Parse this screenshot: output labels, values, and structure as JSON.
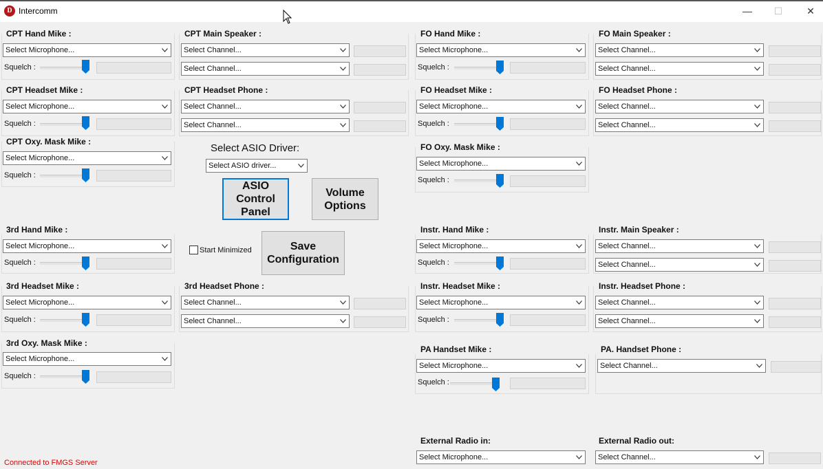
{
  "window": {
    "title": "Intercomm",
    "icon_letter": "D",
    "minimize": "—",
    "maximize": "☐",
    "close": "✕"
  },
  "text": {
    "select_microphone": "Select Microphone...",
    "select_channel": "Select Channel...",
    "squelch": "Squelch :"
  },
  "groups": {
    "cpt_hand": "CPT Hand Mike :",
    "cpt_main_speaker": "CPT Main Speaker :",
    "cpt_headset_mike": "CPT Headset Mike :",
    "cpt_headset_phone": "CPT Headset Phone :",
    "cpt_oxy": "CPT Oxy. Mask Mike :",
    "fo_hand": "FO Hand Mike :",
    "fo_main_speaker": "FO Main Speaker :",
    "fo_headset_mike": "FO Headset Mike :",
    "fo_headset_phone": "FO Headset Phone :",
    "fo_oxy": "FO Oxy. Mask Mike :",
    "third_hand": "3rd Hand Mike :",
    "third_headset_mike": "3rd Headset Mike :",
    "third_headset_phone": "3rd Headset Phone :",
    "third_oxy": "3rd Oxy. Mask Mike :",
    "instr_hand": "Instr. Hand Mike :",
    "instr_main_speaker": "Instr. Main Speaker :",
    "instr_headset_mike": "Instr. Headset Mike :",
    "instr_headset_phone": "Instr. Headset Phone :",
    "pa_handset_mike": "PA Handset Mike :",
    "pa_handset_phone": "PA. Handset Phone :",
    "ext_radio_in": "External Radio in:",
    "ext_radio_out": "External Radio out:"
  },
  "asio": {
    "label": "Select ASIO Driver:",
    "placeholder": "Select ASIO driver...",
    "control_panel": "ASIO Control Panel",
    "volume_options": "Volume Options"
  },
  "start_minimized": {
    "label": "Start Minimized",
    "checked": false
  },
  "save_button": "Save Configuration",
  "status": {
    "text": "Connected to FMGS Server",
    "color": "#e00000"
  },
  "colors": {
    "accent": "#0078d7",
    "status": "#e00000"
  }
}
